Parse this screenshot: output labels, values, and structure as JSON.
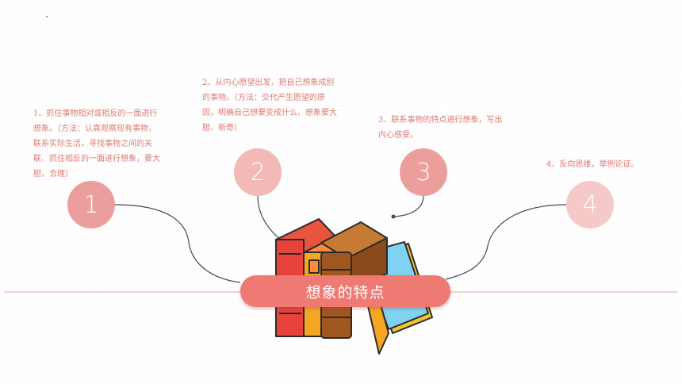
{
  "title": "想象的特点",
  "items": [
    {
      "number": "1",
      "text": "1、抓住事物相对或相反的一面进行想象。（方法：认真观察现有事物，联系实际生活，寻找事物之间的关联、抓住相反的一面进行想象，要大胆、合理）"
    },
    {
      "number": "2",
      "text": "2、从内心愿望出发，把自己想象成别的事物。（方法：交代产生愿望的原因，明确自己想要变成什么、想象要大胆、新奇）"
    },
    {
      "number": "3",
      "text": "3、联系事物的特点进行想象，写出内心感受。"
    },
    {
      "number": "4",
      "text": "4、反向思维，举例论证。"
    }
  ],
  "colors": {
    "accent": "#ee7a73",
    "text": "#e07a73",
    "circle_1": "#ec9e9c",
    "circle_2": "#f2b9b7",
    "circle_3": "#ec9e9c",
    "circle_4": "#f4c9c8",
    "connector": "#3f4a5a"
  },
  "icons": {
    "center_image": "books-stack-illustration"
  }
}
